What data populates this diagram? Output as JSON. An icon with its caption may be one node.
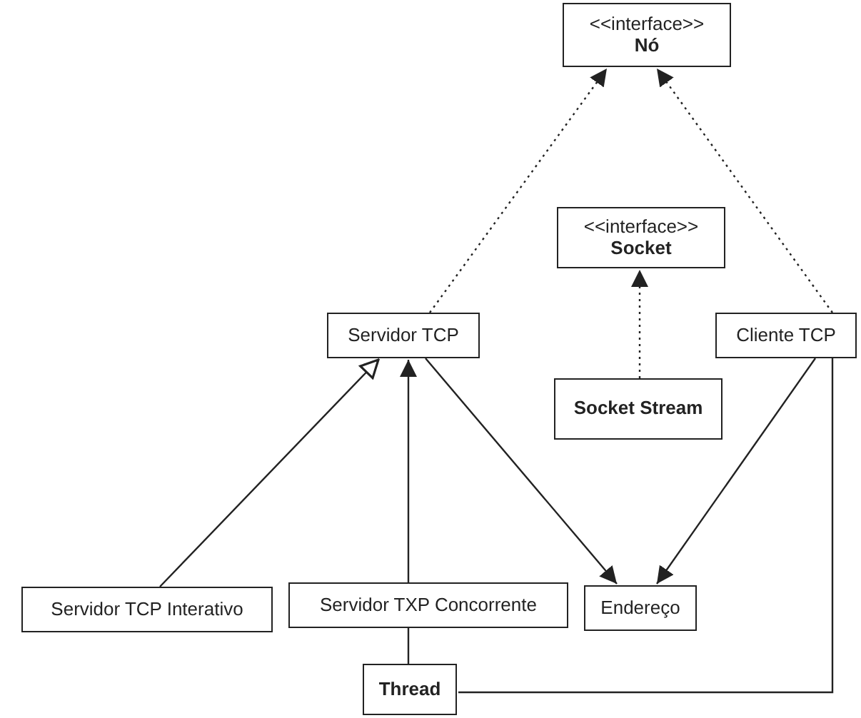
{
  "diagram": {
    "nodes": [
      {
        "text": [
          "<<interface>>",
          "Nó"
        ]
      },
      {
        "text": [
          "<<interface>>",
          "Socket"
        ]
      },
      {
        "text": [
          "Servidor TCP"
        ]
      },
      {
        "text": [
          "Cliente TCP"
        ]
      },
      {
        "text": [
          "Socket Stream"
        ]
      },
      {
        "text": [
          "Servidor TCP Interativo"
        ]
      },
      {
        "text": [
          "Servidor TXP Concorrente"
        ]
      },
      {
        "text": [
          "Endereço"
        ]
      },
      {
        "text": [
          "Thread"
        ]
      }
    ],
    "edges": [
      {
        "from": 2,
        "to": 0,
        "arrow": "to",
        "style": "dashed"
      },
      {
        "from": 3,
        "to": 0,
        "arrow": "to",
        "style": "dashed"
      },
      {
        "from": 4,
        "to": 1,
        "arrow": "to",
        "style": "dashed"
      },
      {
        "from": 5,
        "to": 2,
        "arrow": "to"
      },
      {
        "from": 6,
        "to": 2,
        "arrow": "to"
      },
      {
        "from": 2,
        "to": 7,
        "arrow": "to"
      },
      {
        "from": 3,
        "to": 7,
        "arrow": "to"
      },
      {
        "from": 6,
        "to": 8,
        "arrow": "none"
      },
      {
        "from": 3,
        "to": 8,
        "arrow": "none"
      }
    ]
  }
}
